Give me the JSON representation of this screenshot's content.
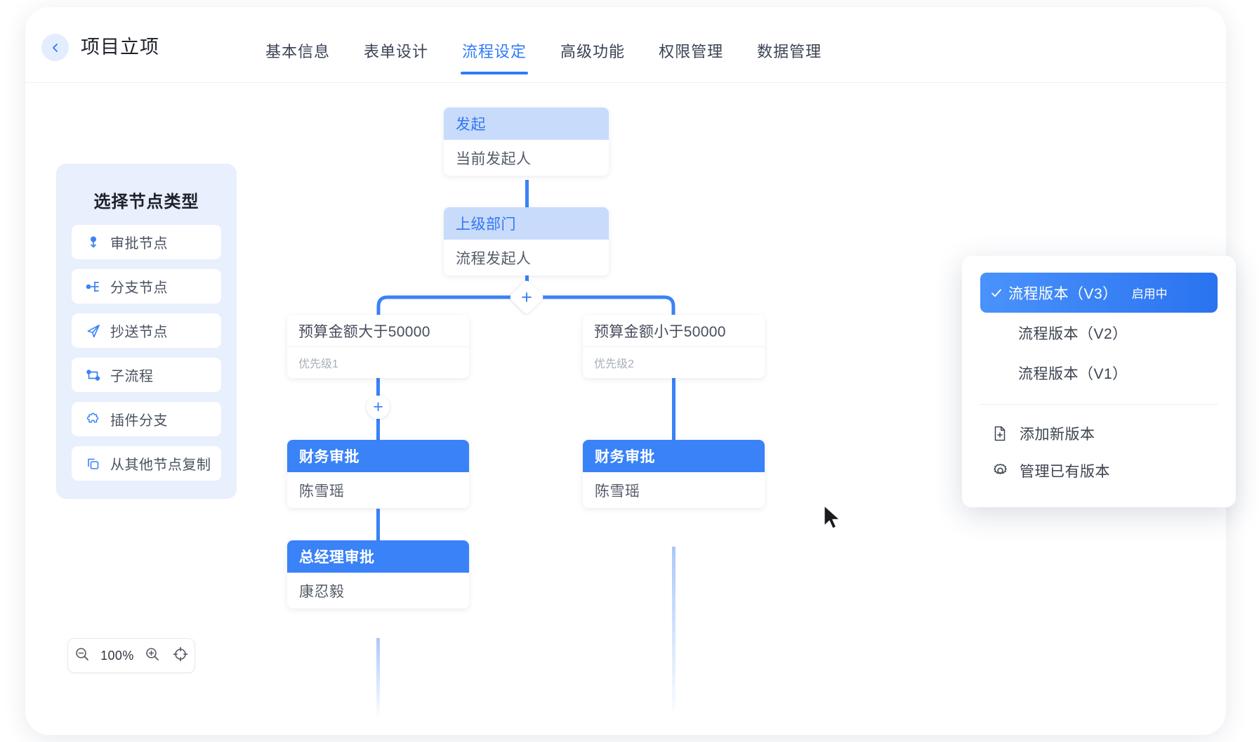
{
  "header": {
    "back_icon": "chevron-left-icon",
    "title": "项目立项",
    "tabs": [
      {
        "label": "基本信息",
        "active": false
      },
      {
        "label": "表单设计",
        "active": false
      },
      {
        "label": "流程设定",
        "active": true
      },
      {
        "label": "高级功能",
        "active": false
      },
      {
        "label": "权限管理",
        "active": false
      },
      {
        "label": "数据管理",
        "active": false
      }
    ]
  },
  "palette": {
    "title": "选择节点类型",
    "items": [
      {
        "label": "审批节点",
        "icon": "approval-pin-icon"
      },
      {
        "label": "分支节点",
        "icon": "branch-icon"
      },
      {
        "label": "抄送节点",
        "icon": "send-paper-plane-icon"
      },
      {
        "label": "子流程",
        "icon": "subprocess-icon"
      },
      {
        "label": "插件分支",
        "icon": "puzzle-plugin-icon"
      },
      {
        "label": "从其他节点复制",
        "icon": "copy-icon"
      }
    ]
  },
  "zoombar": {
    "zoom_out_icon": "zoom-out-icon",
    "level": "100%",
    "zoom_in_icon": "zoom-in-icon",
    "fit_icon": "fit-to-screen-icon"
  },
  "flow": {
    "nodes": [
      {
        "id": "start",
        "head": "发起",
        "body": "当前发起人",
        "style": "light"
      },
      {
        "id": "superior",
        "head": "上级部门",
        "body": "流程发起人",
        "style": "light"
      },
      {
        "id": "finance-left",
        "head": "财务审批",
        "body": "陈雪瑶",
        "style": "solid"
      },
      {
        "id": "gm-left",
        "head": "总经理审批",
        "body": "康忍毅",
        "style": "solid"
      },
      {
        "id": "finance-right",
        "head": "财务审批",
        "body": "陈雪瑶",
        "style": "solid"
      }
    ],
    "conditions": [
      {
        "id": "cond-left",
        "title": "预算金额大于50000",
        "sub": "优先级1"
      },
      {
        "id": "cond-right",
        "title": "预算金额小于50000",
        "sub": "优先级2"
      }
    ],
    "add_buttons": [
      {
        "id": "add-branch",
        "glyph": "+"
      },
      {
        "id": "add-node-left",
        "glyph": "+"
      }
    ],
    "line_color": "#3a82f7"
  },
  "dropdown": {
    "versions": [
      {
        "label": "流程版本（V3）",
        "selected": true,
        "badge": "启用中"
      },
      {
        "label": "流程版本（V2）",
        "selected": false,
        "badge": ""
      },
      {
        "label": "流程版本（V1）",
        "selected": false,
        "badge": ""
      }
    ],
    "actions": [
      {
        "label": "添加新版本",
        "icon": "file-plus-icon"
      },
      {
        "label": "管理已有版本",
        "icon": "gear-icon"
      }
    ]
  },
  "colors": {
    "accent": "#3a82f7",
    "accent_light": "#c8dbfb",
    "palette_bg": "#e8effd",
    "text": "#3c434f"
  }
}
